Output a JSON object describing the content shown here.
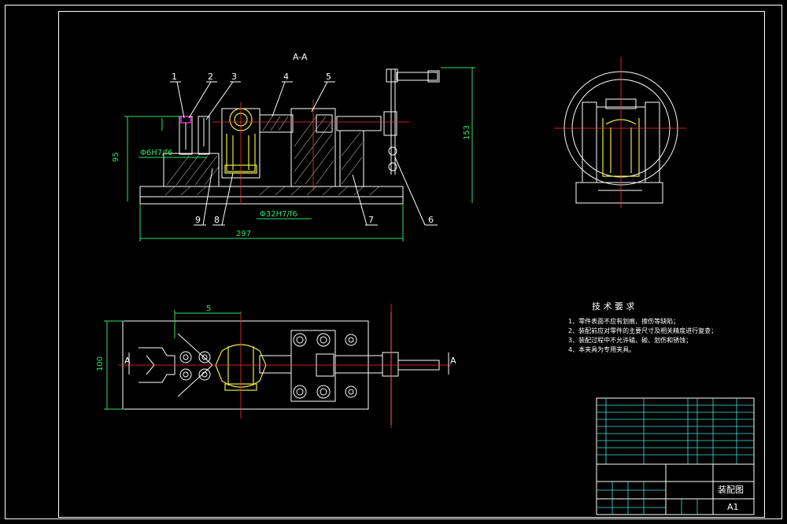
{
  "section_label": "A-A",
  "part_numbers": [
    "1",
    "2",
    "3",
    "4",
    "5",
    "6",
    "7",
    "8",
    "9"
  ],
  "dimensions": {
    "height_95": "95",
    "height_153": "153",
    "fit_small": "Φ6H7/f6",
    "fit_large": "Φ32H7/f6",
    "length_297": "297",
    "width_100": "100",
    "offset_5": "5"
  },
  "section_marks": {
    "left": "A",
    "right": "A"
  },
  "tech_requirements": {
    "title": "技 术 要 求",
    "items": [
      "1、零件表面不应有划痕、擦伤等缺陷；",
      "2、装配前应对零件的主要尺寸及相关精度进行复查；",
      "3、装配过程中不允许磕、碰、划伤和锈蚀；",
      "4、本夹具为专用夹具。"
    ]
  },
  "title_block": {
    "drawing_name": "装配图",
    "sheet_size": "A1"
  },
  "colors": {
    "background": "#000000",
    "line": "#ffffff",
    "part": "#e8e84a",
    "dimension": "#2fe06a",
    "table": "#3fe0e0",
    "centerline": "#ff3030"
  }
}
